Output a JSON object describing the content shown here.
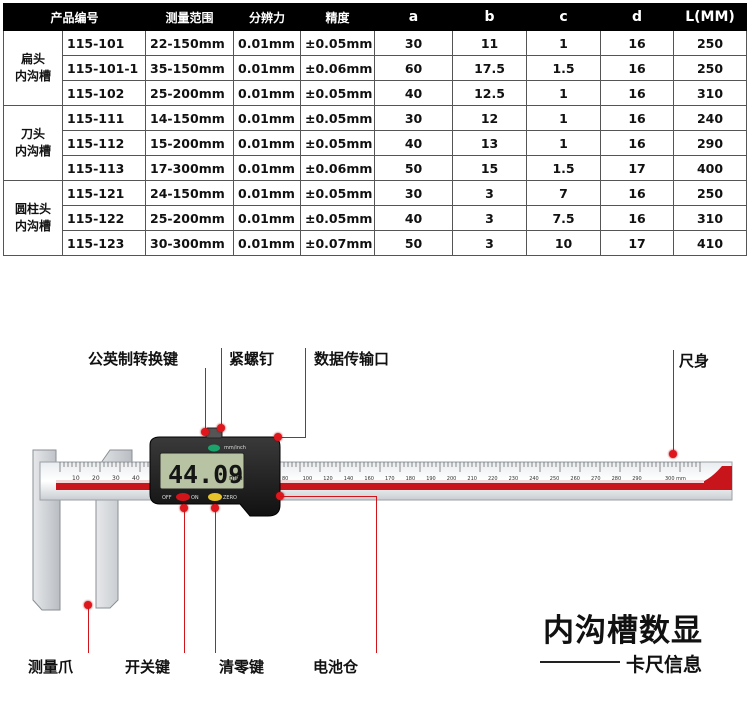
{
  "table": {
    "headers": [
      "产品编号",
      "测量范围",
      "分辨力",
      "精度",
      "a",
      "b",
      "c",
      "d",
      "L(MM)"
    ],
    "groups": [
      {
        "name": "扁头\n内沟槽",
        "rows": [
          [
            "115-101",
            "22-150mm",
            "0.01mm",
            "±0.05mm",
            "30",
            "11",
            "1",
            "16",
            "250"
          ],
          [
            "115-101-1",
            "35-150mm",
            "0.01mm",
            "±0.06mm",
            "60",
            "17.5",
            "1.5",
            "16",
            "250"
          ],
          [
            "115-102",
            "25-200mm",
            "0.01mm",
            "±0.05mm",
            "40",
            "12.5",
            "1",
            "16",
            "310"
          ]
        ]
      },
      {
        "name": "刀头\n内沟槽",
        "rows": [
          [
            "115-111",
            "14-150mm",
            "0.01mm",
            "±0.05mm",
            "30",
            "12",
            "1",
            "16",
            "240"
          ],
          [
            "115-112",
            "15-200mm",
            "0.01mm",
            "±0.05mm",
            "40",
            "13",
            "1",
            "16",
            "290"
          ],
          [
            "115-113",
            "17-300mm",
            "0.01mm",
            "±0.06mm",
            "50",
            "15",
            "1.5",
            "17",
            "400"
          ]
        ]
      },
      {
        "name": "圆柱头\n内沟槽",
        "rows": [
          [
            "115-121",
            "24-150mm",
            "0.01mm",
            "±0.05mm",
            "30",
            "3",
            "7",
            "16",
            "250"
          ],
          [
            "115-122",
            "25-200mm",
            "0.01mm",
            "±0.05mm",
            "40",
            "3",
            "7.5",
            "16",
            "310"
          ],
          [
            "115-123",
            "30-300mm",
            "0.01mm",
            "±0.07mm",
            "50",
            "3",
            "10",
            "17",
            "410"
          ]
        ]
      }
    ]
  },
  "callouts": {
    "unit_switch": "公英制转换键",
    "lock_screw": "紧螺钉",
    "data_port": "数据传输口",
    "ruler_body": "尺身",
    "jaw": "测量爪",
    "power_key": "开关键",
    "zero_key": "清零键",
    "battery": "电池仓"
  },
  "caliper": {
    "display_value": "44.09",
    "display_unit": "mm",
    "top_label": "mm/inch",
    "off_label": "OFF",
    "on_label": "ON",
    "zero_label": "ZERO",
    "end_mark": "300 mm",
    "scale_labels_left": [
      "10",
      "20",
      "30",
      "40"
    ],
    "scale_labels_right": [
      "80",
      "100",
      "120",
      "140",
      "160",
      "170",
      "180",
      "190",
      "200",
      "210",
      "220",
      "230",
      "240",
      "250",
      "260",
      "270",
      "280",
      "290"
    ]
  },
  "brand": {
    "title": "内沟槽数显",
    "subtitle": "卡尺信息"
  },
  "colors": {
    "accent_red": "#d0141a",
    "header_black": "#000000",
    "lcd": "#b8c3a3"
  }
}
